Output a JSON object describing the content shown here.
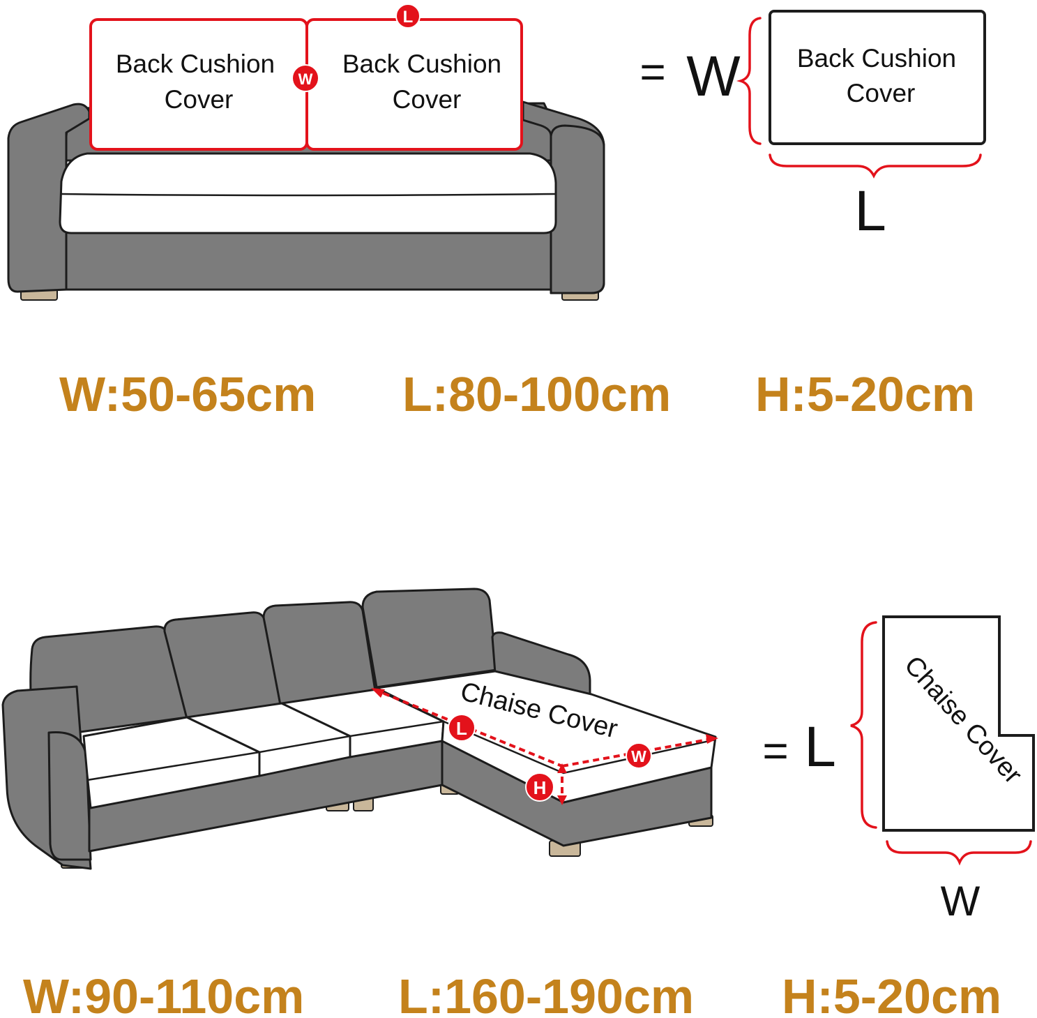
{
  "colors": {
    "sofa": "#7c7c7c",
    "outline": "#1c1c1c",
    "cushion": "#ffffff",
    "accent_red": "#e3121b",
    "dimension_text": "#c4821c",
    "leg": "#c9b79a"
  },
  "top": {
    "cushion_left_label": [
      "Back Cushion",
      "Cover"
    ],
    "cushion_right_label": [
      "Back Cushion",
      "Cover"
    ],
    "badge_l": "L",
    "badge_w": "W",
    "equals": "=",
    "side_w": "W",
    "side_box_label": [
      "Back Cushion",
      "Cover"
    ],
    "bottom_l": "L",
    "dims": [
      "W:50-65cm",
      "L:80-100cm",
      "H:5-20cm"
    ]
  },
  "bottom": {
    "chaise_label": "Chaise Cover",
    "badge_l": "L",
    "badge_w": "W",
    "badge_h": "H",
    "equals": "=",
    "side_l": "L",
    "side_box_label": "Chaise Cover",
    "bottom_w": "W",
    "dims": [
      "W:90-110cm",
      "L:160-190cm",
      "H:5-20cm"
    ]
  }
}
